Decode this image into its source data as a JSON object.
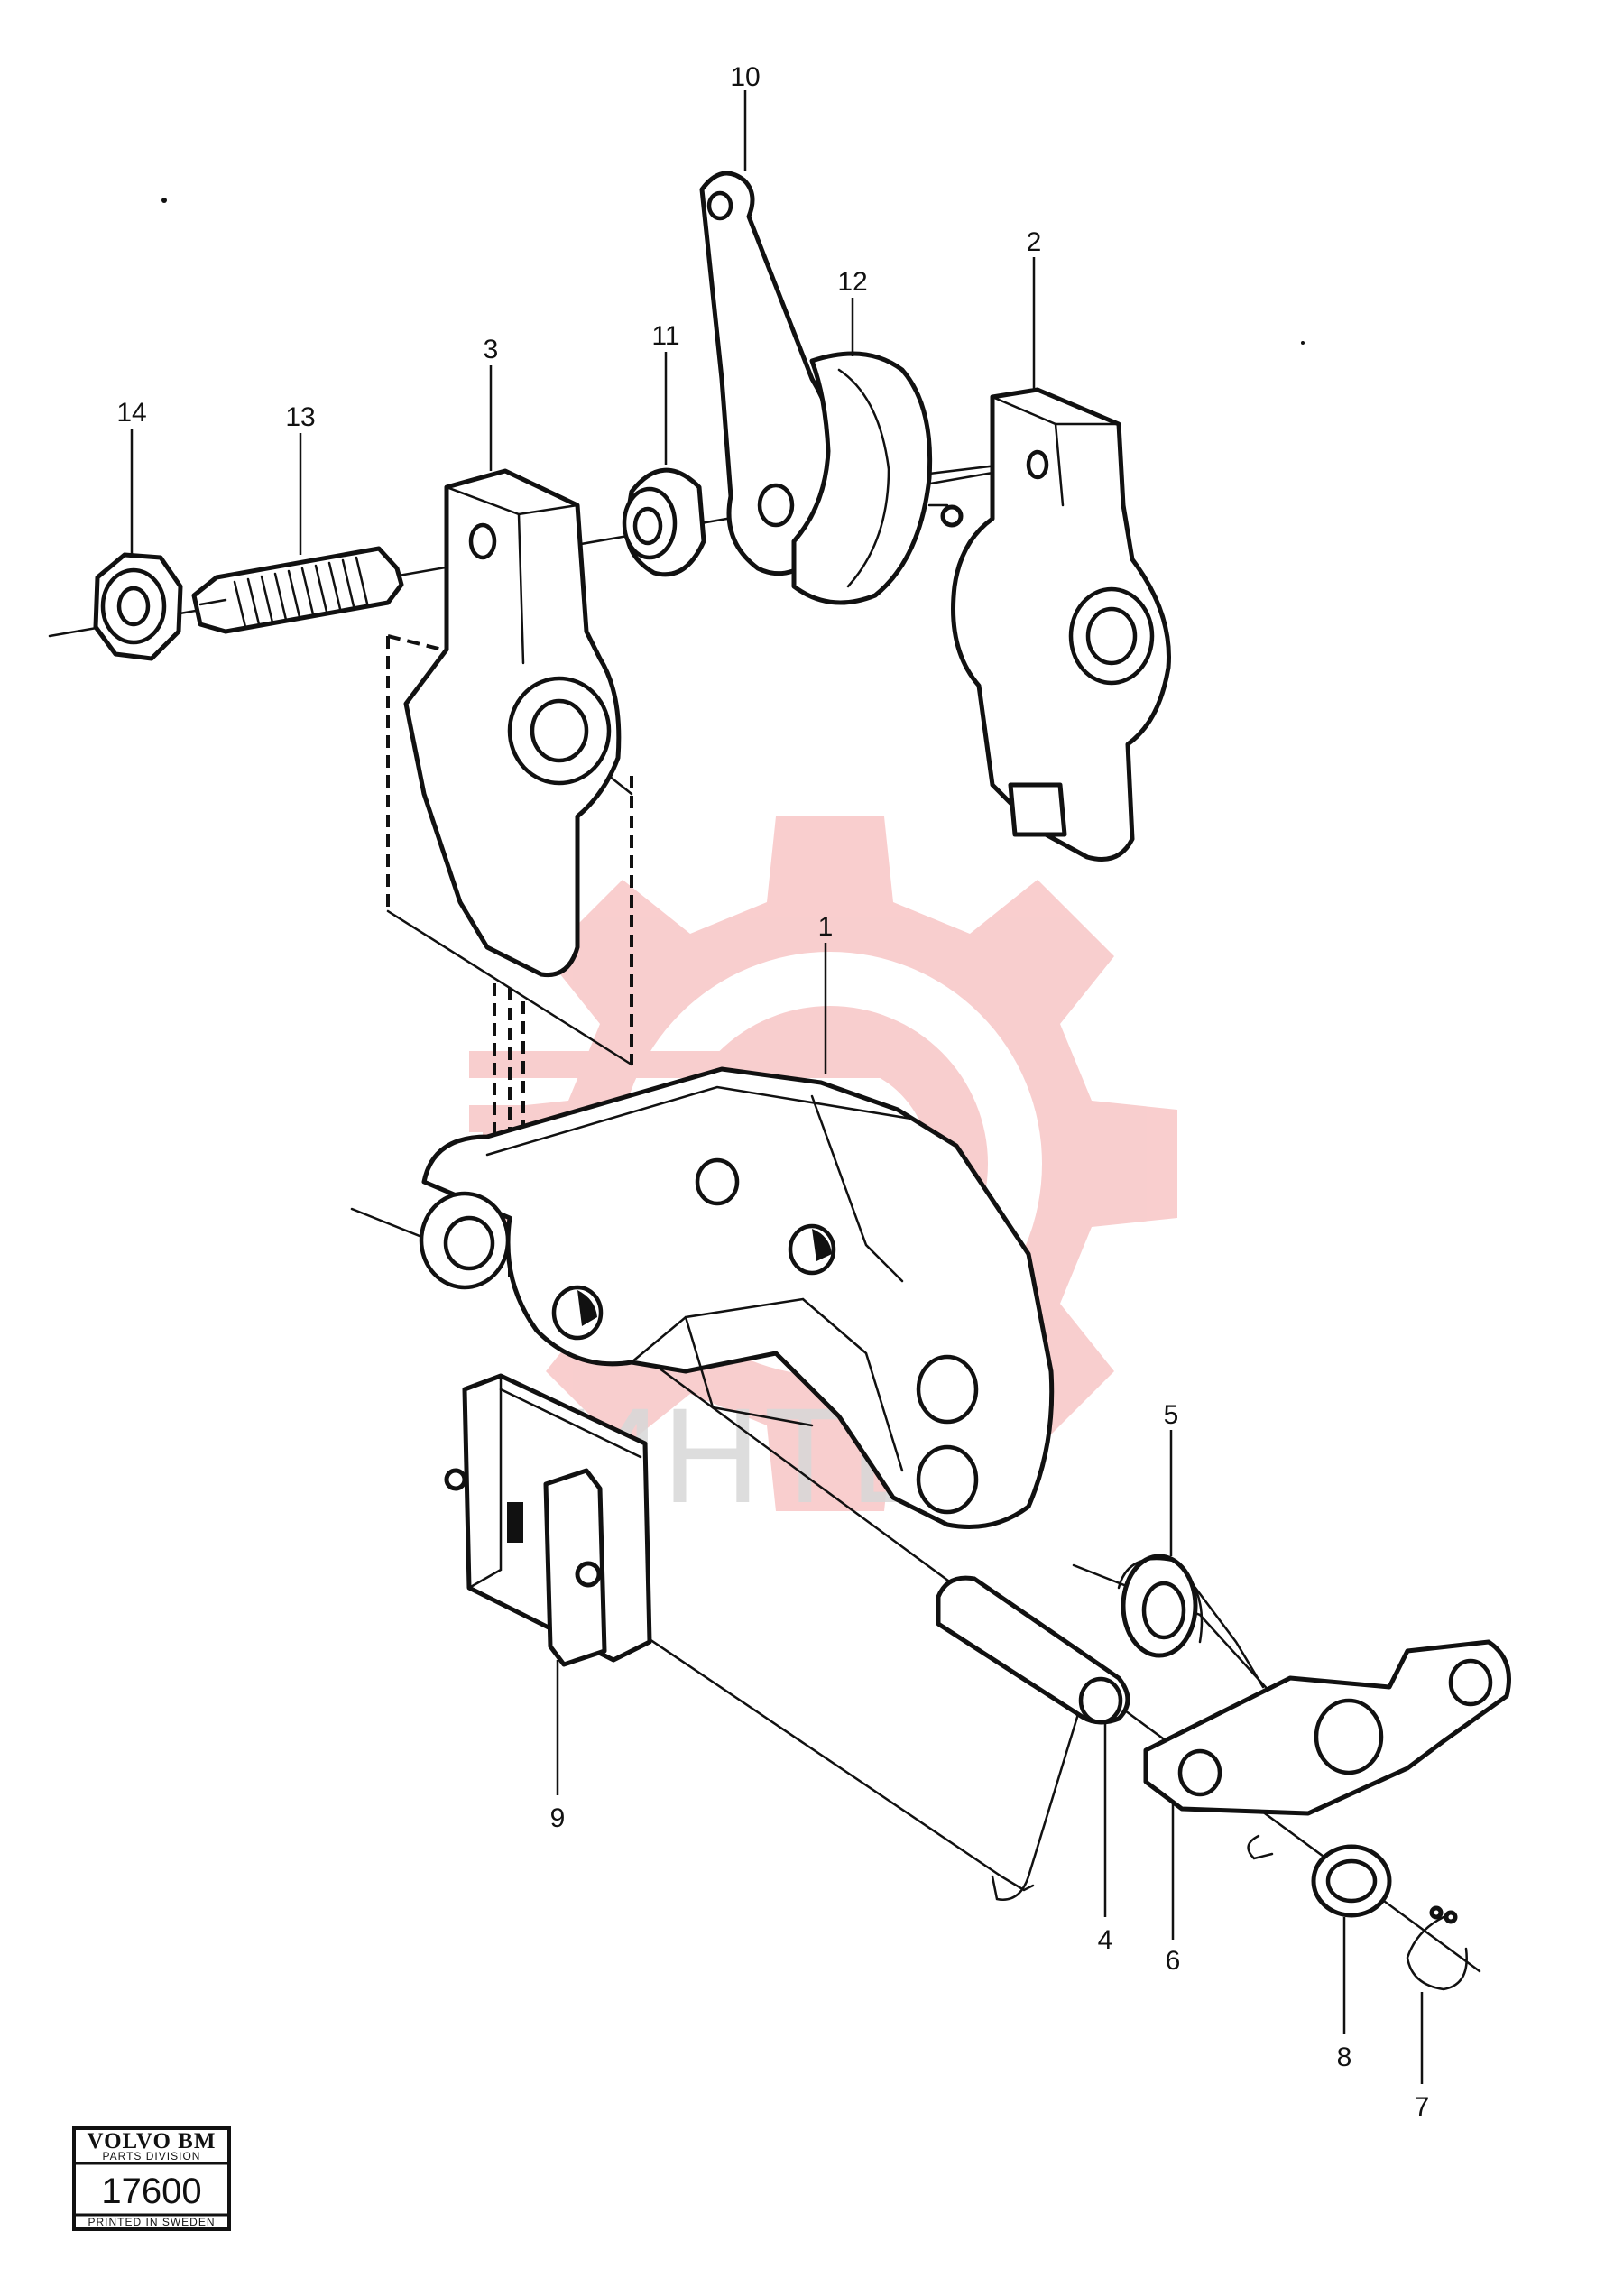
{
  "diagram": {
    "watermark_text": "ИНТЕК",
    "callouts": {
      "p1": "1",
      "p2": "2",
      "p3": "3",
      "p4": "4",
      "p5": "5",
      "p6": "6",
      "p7": "7",
      "p8": "8",
      "p9": "9",
      "p10": "10",
      "p11": "11",
      "p12": "12",
      "p13": "13",
      "p14": "14"
    },
    "title_block": {
      "brand": "VOLVO BM",
      "division": "PARTS DIVISION",
      "number": "17600",
      "footer": "PRINTED IN SWEDEN"
    }
  }
}
